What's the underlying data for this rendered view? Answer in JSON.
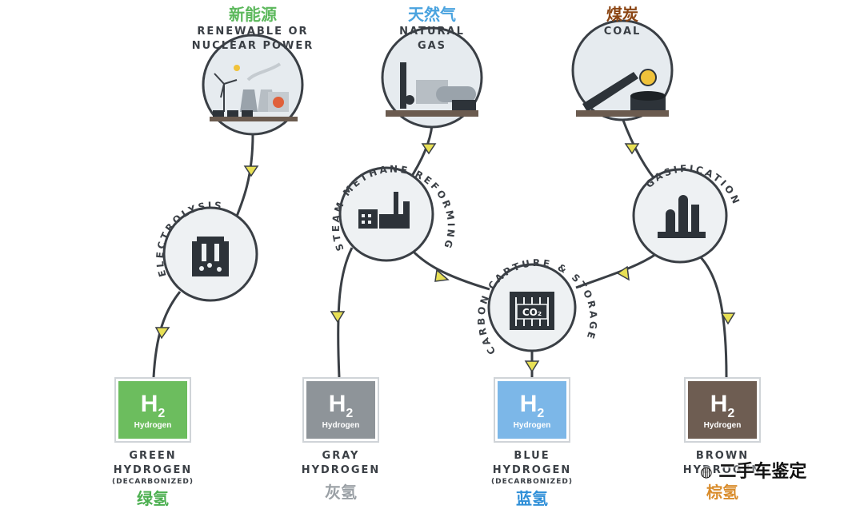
{
  "sources": {
    "renewable": {
      "cn": "新能源",
      "en1": "RENEWABLE OR",
      "en2": "NUCLEAR POWER",
      "color": "#5cb85c"
    },
    "natural_gas": {
      "cn": "天然气",
      "en1": "NATURAL",
      "en2": "GAS",
      "color": "#4aa3df"
    },
    "coal": {
      "cn": "煤炭",
      "en1": "COAL",
      "color": "#8b4513"
    }
  },
  "processes": {
    "electrolysis": "ELECTROLYSIS",
    "smr": "STEAM METHANE REFORMING",
    "gasification": "GASIFICATION",
    "ccs": "CARBON CAPTURE & STORAGE",
    "co2": "CO₂"
  },
  "outputs": {
    "green": {
      "symbol": "H",
      "subscript": "2",
      "word": "Hydrogen",
      "en1": "GREEN",
      "en2": "HYDROGEN",
      "note": "(DECARBONIZED)",
      "cn": "绿氢",
      "color": "#6cbd5e",
      "cn_color": "#4caf50"
    },
    "gray": {
      "symbol": "H",
      "subscript": "2",
      "word": "Hydrogen",
      "en1": "GRAY",
      "en2": "HYDROGEN",
      "cn": "灰氢",
      "color": "#8e9499",
      "cn_color": "#9aa0a5"
    },
    "blue": {
      "symbol": "H",
      "subscript": "2",
      "word": "Hydrogen",
      "en1": "BLUE",
      "en2": "HYDROGEN",
      "note": "(DECARBONIZED)",
      "cn": "蓝氢",
      "color": "#7cb7e8",
      "cn_color": "#2f8fd8"
    },
    "brown": {
      "symbol": "H",
      "subscript": "2",
      "word": "Hydrogen",
      "en1": "BROWN",
      "en2": "HYDROGEN",
      "cn": "棕氢",
      "color": "#6e5d52",
      "cn_color": "#d98c2b"
    }
  },
  "watermark": "二手车鉴定",
  "colors": {
    "line": "#3a3f45",
    "arrow": "#e8e055",
    "circle_fill": "#eef1f3",
    "circle_stroke": "#3a3f45",
    "dark_icon": "#2d3339"
  }
}
